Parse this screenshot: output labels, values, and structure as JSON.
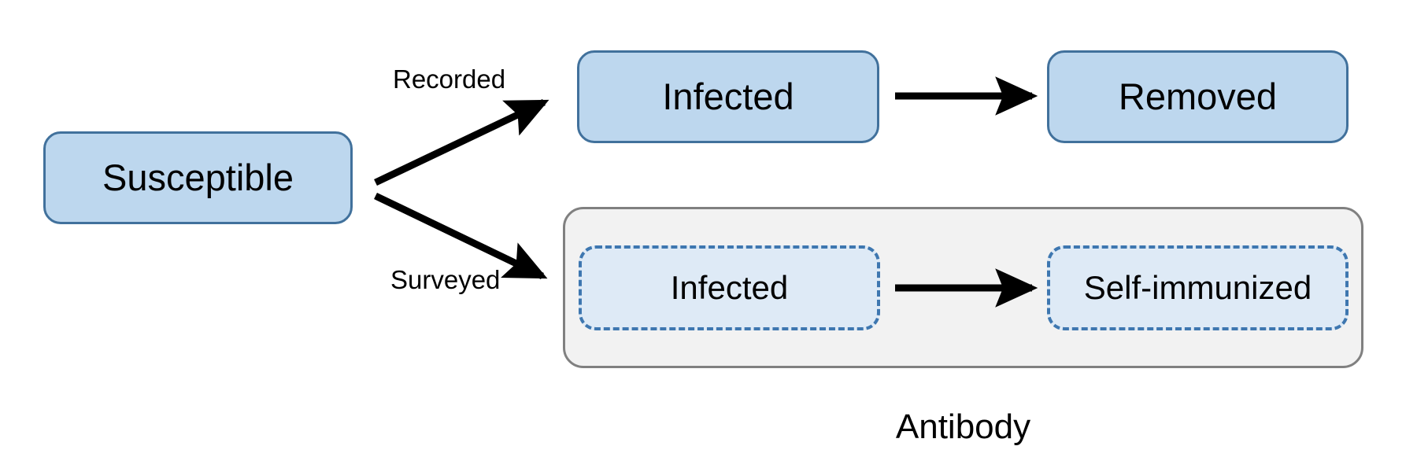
{
  "diagram": {
    "title": "",
    "colors": {
      "node_fill": "#BDD7EE",
      "node_border": "#41719C",
      "dashed_node_fill": "#DEEAF6",
      "dashed_node_border": "#3E77B0",
      "group_fill": "#F2F2F2",
      "group_border": "#808080",
      "arrow": "#000000",
      "background": "#FFFFFF",
      "text": "#000000"
    },
    "nodes": [
      {
        "id": "susceptible",
        "label": "Susceptible",
        "style": "solid"
      },
      {
        "id": "infected_recorded",
        "label": "Infected",
        "style": "solid"
      },
      {
        "id": "removed",
        "label": "Removed",
        "style": "solid"
      },
      {
        "id": "infected_surveyed",
        "label": "Infected",
        "style": "dashed"
      },
      {
        "id": "self_immunized",
        "label": "Self-immunized",
        "style": "dashed"
      }
    ],
    "edges": [
      {
        "id": "susceptible-to-infected-recorded",
        "label": "Recorded",
        "from": "susceptible",
        "to": "infected_recorded"
      },
      {
        "id": "infected-recorded-to-removed",
        "label": "",
        "from": "infected_recorded",
        "to": "removed"
      },
      {
        "id": "susceptible-to-infected-surveyed",
        "label": "Surveyed",
        "from": "susceptible",
        "to": "infected_surveyed"
      },
      {
        "id": "infected-surveyed-to-self-immunized",
        "label": "",
        "from": "infected_surveyed",
        "to": "self_immunized"
      }
    ],
    "group": {
      "id": "antibody-group",
      "caption": "Antibody"
    }
  }
}
